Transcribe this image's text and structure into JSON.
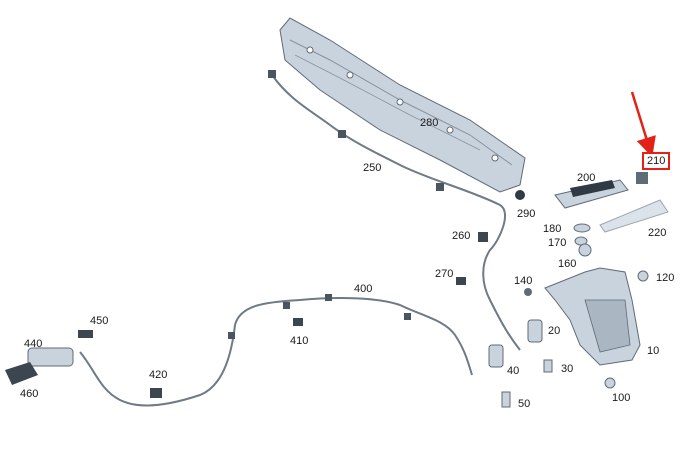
{
  "diagram": {
    "highlight_color": "#e32119",
    "part_fill": "#c9d3de",
    "part_stroke": "#5f6b77",
    "parts": [
      {
        "id": "p10",
        "label": "10"
      },
      {
        "id": "p20",
        "label": "20"
      },
      {
        "id": "p30",
        "label": "30"
      },
      {
        "id": "p40",
        "label": "40"
      },
      {
        "id": "p50",
        "label": "50"
      },
      {
        "id": "p100",
        "label": "100"
      },
      {
        "id": "p120",
        "label": "120"
      },
      {
        "id": "p140",
        "label": "140"
      },
      {
        "id": "p160",
        "label": "160"
      },
      {
        "id": "p170",
        "label": "170"
      },
      {
        "id": "p180",
        "label": "180"
      },
      {
        "id": "p200",
        "label": "200"
      },
      {
        "id": "p210",
        "label": "210",
        "highlighted": true
      },
      {
        "id": "p220",
        "label": "220"
      },
      {
        "id": "p250",
        "label": "250"
      },
      {
        "id": "p260",
        "label": "260"
      },
      {
        "id": "p270",
        "label": "270"
      },
      {
        "id": "p280",
        "label": "280"
      },
      {
        "id": "p290",
        "label": "290"
      },
      {
        "id": "p400",
        "label": "400"
      },
      {
        "id": "p410",
        "label": "410"
      },
      {
        "id": "p420",
        "label": "420"
      },
      {
        "id": "p440",
        "label": "440"
      },
      {
        "id": "p450",
        "label": "450"
      },
      {
        "id": "p460",
        "label": "460"
      }
    ]
  }
}
